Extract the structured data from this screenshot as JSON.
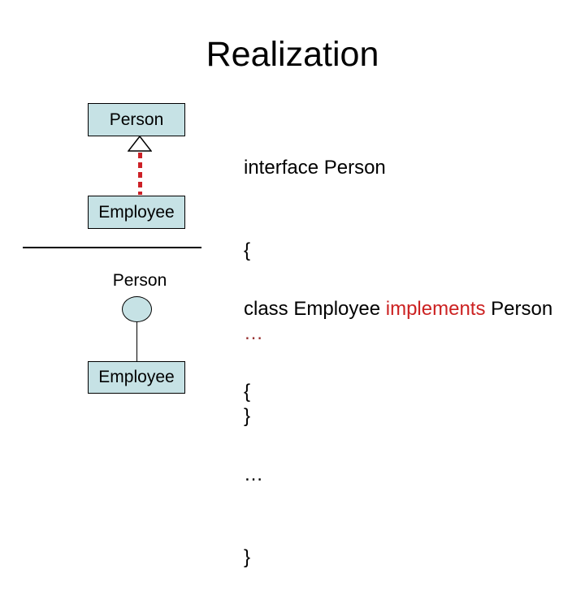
{
  "slide": {
    "title": "Realization"
  },
  "class_diagram": {
    "parent_box": "Person",
    "child_box": "Employee"
  },
  "lollipop_diagram": {
    "interface_label": "Person",
    "class_box": "Employee"
  },
  "interface_code": {
    "lines": [
      "interface Person",
      "{",
      "…",
      "}"
    ]
  },
  "class_code": {
    "line1_prefix": "class Employee ",
    "line1_keyword": "implements",
    "line1_suffix": " Person",
    "open_brace": "{",
    "ellipsis": "…",
    "close_brace": "}"
  },
  "colors": {
    "box_fill": "#c6e2e5",
    "realization_red": "#cc2127",
    "keyword_red": "#cc2222",
    "ellipsis_dark_red": "#993333"
  }
}
